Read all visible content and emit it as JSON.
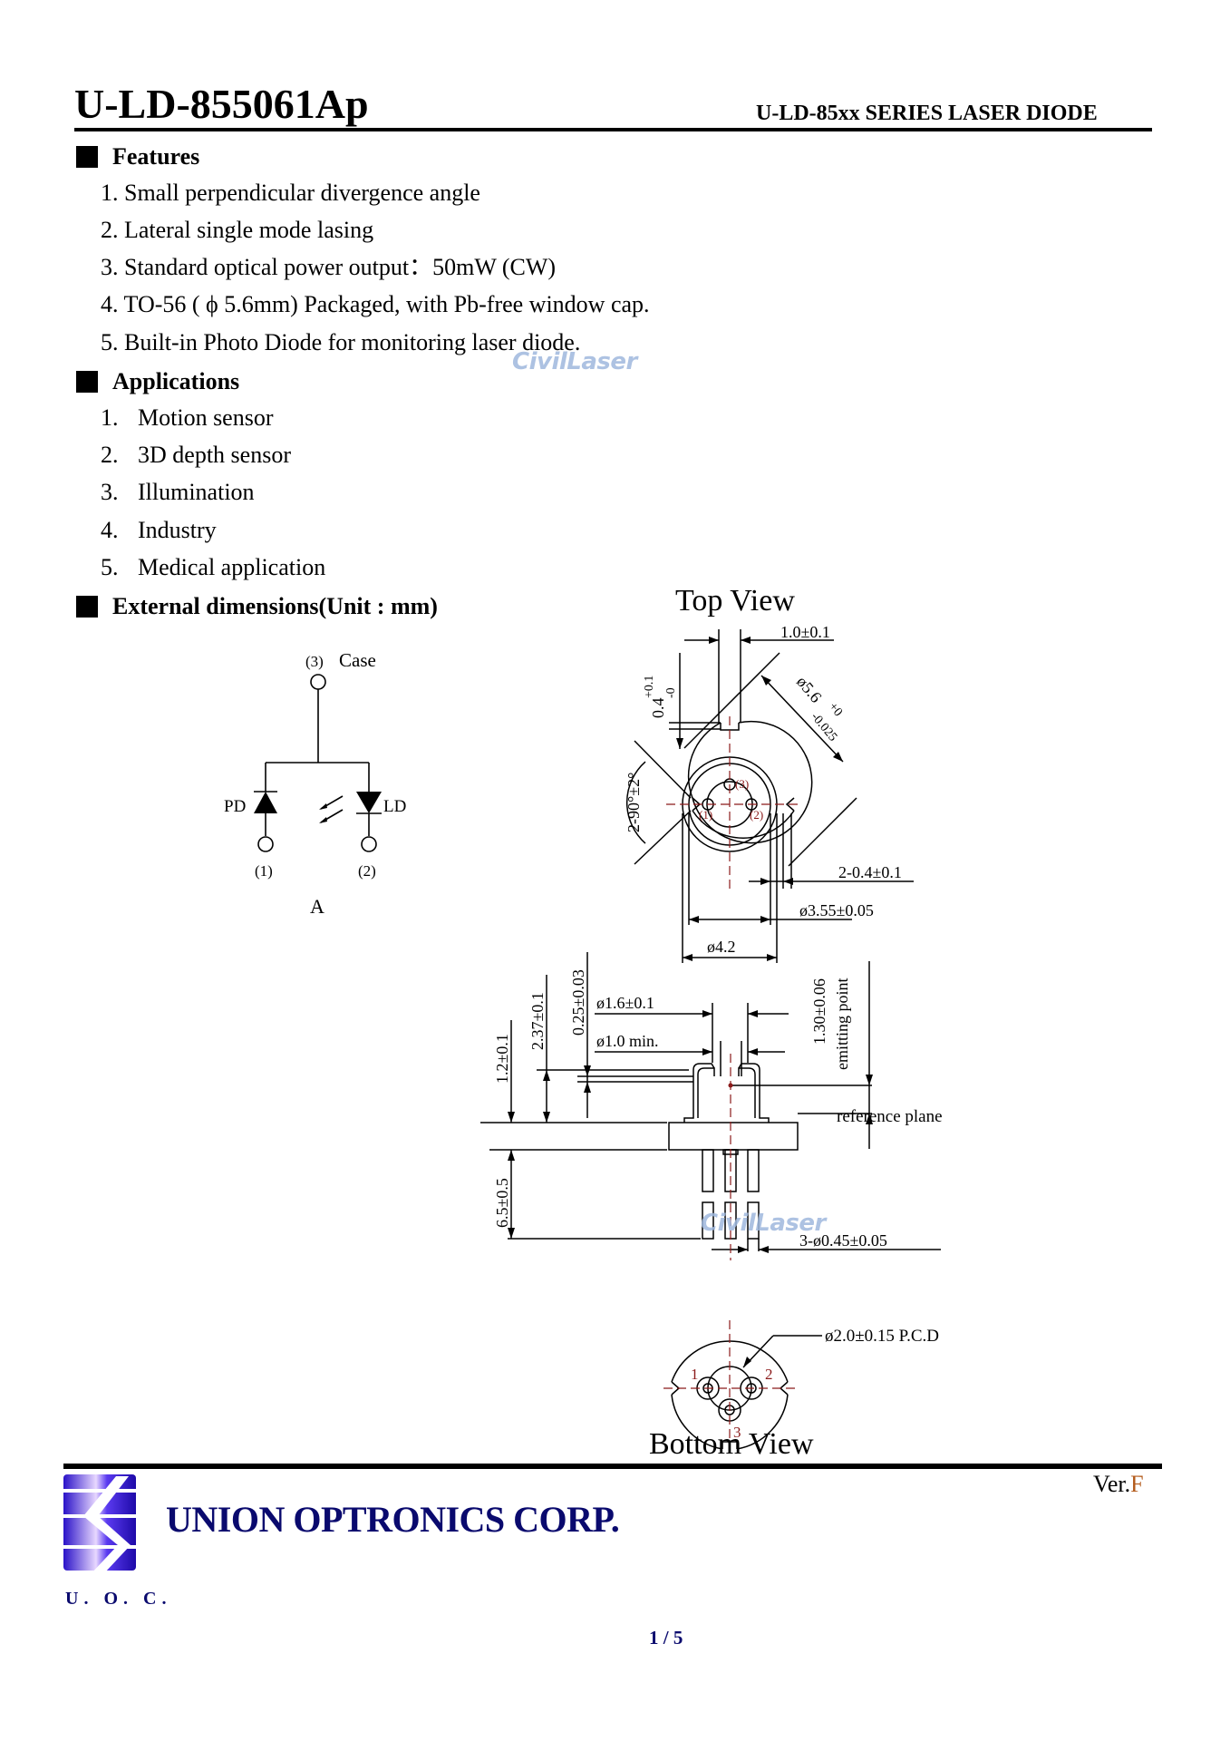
{
  "header": {
    "part_number": "U-LD-855061Ap",
    "series": "U-LD-85xx SERIES LASER DIODE"
  },
  "features": {
    "heading": "Features",
    "items": [
      "1. Small perpendicular divergence angle",
      "2. Lateral single mode lasing",
      "3. Standard optical power output：50mW (CW)",
      "4. TO-56 ( ϕ 5.6mm) Packaged, with Pb-free window cap.",
      "5. Built-in Photo Diode for monitoring laser diode."
    ]
  },
  "applications": {
    "heading": "Applications",
    "items": [
      {
        "num": "1.",
        "label": "Motion sensor"
      },
      {
        "num": "2.",
        "label": "3D depth sensor"
      },
      {
        "num": "3.",
        "label": "Illumination"
      },
      {
        "num": "4.",
        "label": "Industry"
      },
      {
        "num": "5.",
        "label": "Medical application"
      }
    ]
  },
  "dimensions": {
    "heading": "External dimensions(Unit : mm)"
  },
  "circuit": {
    "case_pin": "(3)",
    "case_label": "Case",
    "pd_label": "PD",
    "ld_label": "LD",
    "pin1": "(1)",
    "pin2": "(2)",
    "type": "A"
  },
  "top_view": {
    "title": "Top View",
    "dim_notch_width": "1.0±0.1",
    "dim_notch_depth": "0.4",
    "dim_notch_depth_plus": "+0.1",
    "dim_notch_depth_minus": "-0",
    "dim_diameter": "ø5.6",
    "dim_diameter_plus": "+0",
    "dim_diameter_minus": "-0.025",
    "dim_angle": "2-90°±2°",
    "dim_side_notch": "2-0.4±0.1",
    "dim_cap_diameter": "ø3.55±0.05",
    "dim_body_diameter": "ø4.2",
    "pin_labels": [
      "(1)",
      "(2)",
      "(3)"
    ]
  },
  "side_view": {
    "dim_window_outer": "ø1.6±0.1",
    "dim_window_inner": "ø1.0 min.",
    "dim_cap_height": "1.2±0.1",
    "dim_total_height": "2.37±0.1",
    "dim_window_thickness": "0.25±0.03",
    "dim_emitting": "1.30±0.06",
    "emitting_label": "emitting point",
    "reference_label": "reference plane",
    "dim_lead_length": "6.5±0.5",
    "dim_lead_diameter": "3-ø0.45±0.05"
  },
  "bottom_view": {
    "title": "Bottom View",
    "dim_pcd": "ø2.0±0.15 P.C.D",
    "pin_labels": [
      "1",
      "2",
      "3"
    ]
  },
  "watermark": "CivilLaser",
  "footer": {
    "company": "UNION OPTRONICS CORP.",
    "abbr": "U. O. C.",
    "version_prefix": "Ver.",
    "version_letter": "F",
    "page": "1 / 5"
  },
  "colors": {
    "brand_navy": "#0a0a6e",
    "logo_blue": "#3a1ee0",
    "centerline_red": "#8b1a1a",
    "watermark_blue": "#9fb8de"
  }
}
